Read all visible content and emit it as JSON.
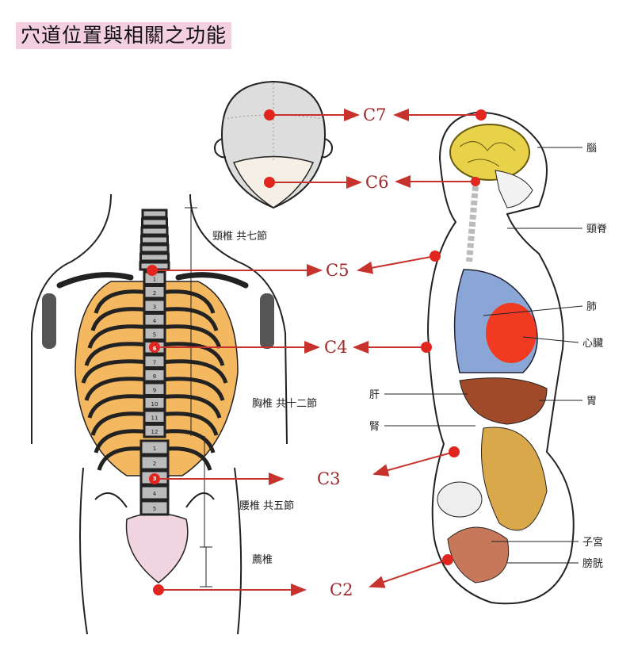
{
  "title": "穴道位置與相關之功能",
  "points": [
    {
      "label": "C7"
    },
    {
      "label": "C6"
    },
    {
      "label": "C5"
    },
    {
      "label": "C4"
    },
    {
      "label": "C3"
    },
    {
      "label": "C2"
    }
  ],
  "spine_labels": {
    "cervical": "頸椎 共七節",
    "thoracic": "胸椎 共十二節",
    "lumbar": "腰椎 共五節",
    "sacrum": "薦椎"
  },
  "vertebra_numbers": {
    "thoracic": [
      "1",
      "2",
      "3",
      "4",
      "5",
      "6",
      "7",
      "8",
      "9",
      "10",
      "11",
      "12"
    ],
    "lumbar": [
      "1",
      "2",
      "3",
      "4",
      "5"
    ]
  },
  "organ_labels": {
    "brain": "腦",
    "neck_spine": "頸脊",
    "lung": "肺",
    "heart": "心臟",
    "liver": "肝",
    "kidney": "腎",
    "stomach": "胃",
    "uterus": "子宮",
    "bladder": "膀胱"
  },
  "colors": {
    "accent": "#e0261f",
    "label": "#a0282a",
    "title_bg": "#f3cfe0",
    "ribs": "#f4b860"
  }
}
